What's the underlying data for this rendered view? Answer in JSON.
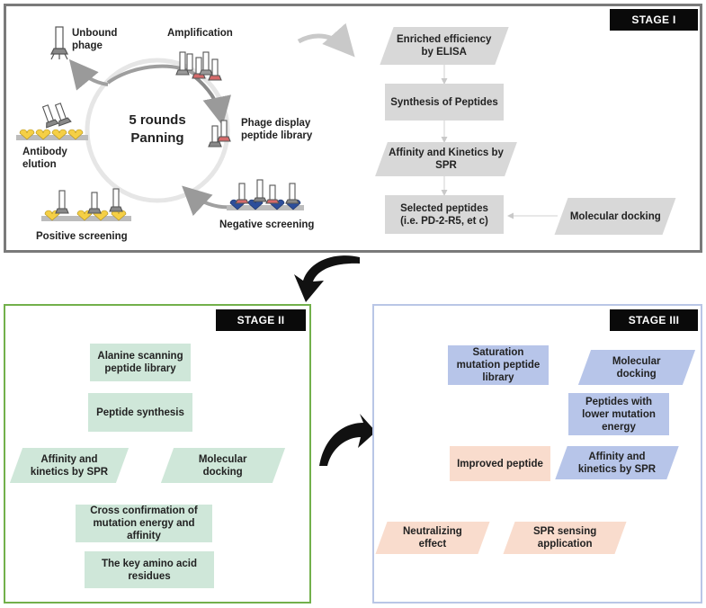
{
  "stage1": {
    "tag": "STAGE I",
    "cycle_center": [
      "5 rounds",
      "Panning"
    ],
    "cycle_labels": {
      "unbound": [
        "Unbound",
        "phage"
      ],
      "amplification": "Amplification",
      "library": [
        "Phage display",
        "peptide library"
      ],
      "negative": "Negative screening",
      "positive": "Positive screening",
      "elution": [
        "Antibody",
        "elution"
      ]
    },
    "flow": {
      "elisa": [
        "Enriched efficiency",
        "by ELISA"
      ],
      "synthesis": "Synthesis of Peptides",
      "spr": "Affinity and Kinetics by SPR",
      "selected": [
        "Selected peptides",
        "(i.e. PD-2-R5, et c)"
      ],
      "docking": "Molecular docking"
    }
  },
  "stage2": {
    "tag": "STAGE II",
    "alanine": [
      "Alanine scanning",
      "peptide library"
    ],
    "synthesis": "Peptide synthesis",
    "affinity": [
      "Affinity and",
      "kinetics by SPR"
    ],
    "docking": [
      "Molecular",
      "docking"
    ],
    "cross": [
      "Cross confirmation of",
      "mutation energy and",
      "affinity"
    ],
    "residues": [
      "The key amino acid",
      "residues"
    ]
  },
  "stage3": {
    "tag": "STAGE III",
    "saturation": [
      "Saturation",
      "mutation peptide",
      "library"
    ],
    "docking": [
      "Molecular",
      "docking"
    ],
    "lower": [
      "Peptides with",
      "lower mutation",
      "energy"
    ],
    "affinity": [
      "Affinity and",
      "kinetics by SPR"
    ],
    "improved": "Improved peptide",
    "neutralizing": [
      "Neutralizing",
      "effect"
    ],
    "sensing": [
      "SPR sensing",
      "application"
    ]
  },
  "colors": {
    "stage1_border": "#7a7a7a",
    "stage2_border": "#72b04b",
    "stage3_border": "#b9c6e6",
    "gray_box": "#d8d8d8",
    "green_box": "#cfe7d9",
    "blue_box": "#b7c5e9",
    "peach_box": "#f9dccd",
    "antigen_yellow": "#f5cf45",
    "antigen_blue": "#2d4e9a"
  }
}
